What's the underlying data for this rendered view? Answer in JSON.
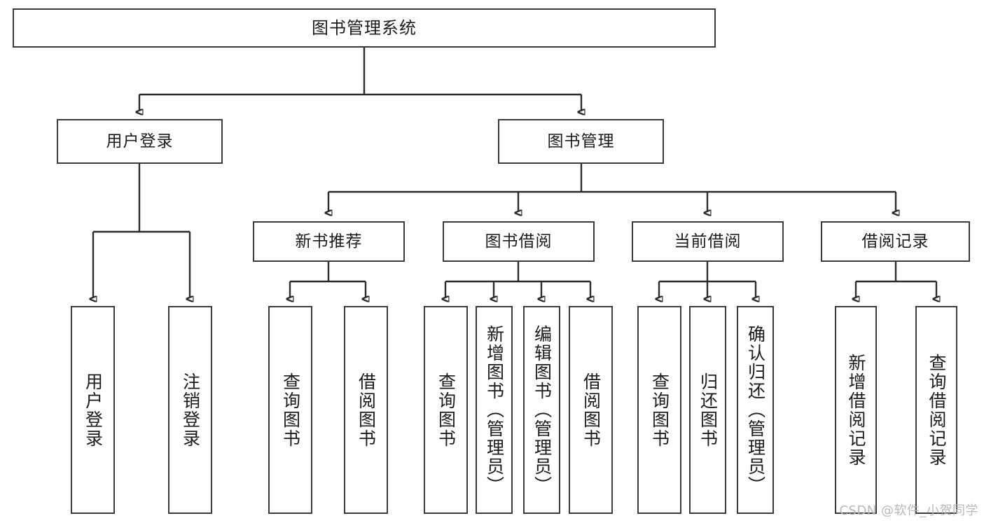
{
  "diagram": {
    "title": "图书管理系统",
    "type": "tree-hierarchy",
    "root": {
      "label": "图书管理系统"
    },
    "level2": [
      {
        "label": "用户登录"
      },
      {
        "label": "图书管理"
      }
    ],
    "level3": [
      {
        "label": "新书推荐"
      },
      {
        "label": "图书借阅"
      },
      {
        "label": "当前借阅"
      },
      {
        "label": "借阅记录"
      }
    ],
    "leaves": {
      "user_login": [
        {
          "label": "用户登录"
        },
        {
          "label": "注销登录"
        }
      ],
      "new_book_recommend": [
        {
          "label": "查询图书"
        },
        {
          "label": "借阅图书"
        }
      ],
      "book_borrow": [
        {
          "label": "查询图书"
        },
        {
          "label": "新增图书（管理员）"
        },
        {
          "label": "编辑图书（管理员）"
        },
        {
          "label": "借阅图书"
        }
      ],
      "current_borrow": [
        {
          "label": "查询图书"
        },
        {
          "label": "归还图书"
        },
        {
          "label": "确认归还（管理员）"
        }
      ],
      "borrow_record": [
        {
          "label": "新增借阅记录"
        },
        {
          "label": "查询借阅记录"
        }
      ]
    }
  },
  "watermark": {
    "text": "CSDN @软件_小贺同学"
  },
  "colors": {
    "box_border": "#3a3a3a",
    "line": "#2b2b2b",
    "background": "#ffffff",
    "text": "#1b1b1b",
    "watermark": "#b9b9b9"
  }
}
